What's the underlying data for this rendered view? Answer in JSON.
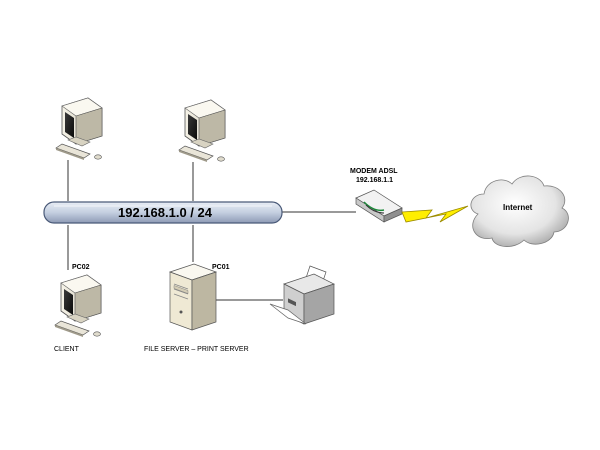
{
  "network": {
    "label": "192.168.1.0 / 24"
  },
  "modem": {
    "title": "MODEM ADSL",
    "ip": "192.168.1.1"
  },
  "internet": {
    "label": "Internet"
  },
  "pc02": {
    "name": "PC02",
    "role": "CLIENT"
  },
  "pc01": {
    "name": "PC01",
    "role": "FILE SERVER – PRINT SERVER"
  },
  "colors": {
    "bus_fill": "#c8d3e4",
    "bus_stroke": "#4a5a78",
    "bolt": "#ffee00",
    "cloud": "#d7d7d7"
  }
}
